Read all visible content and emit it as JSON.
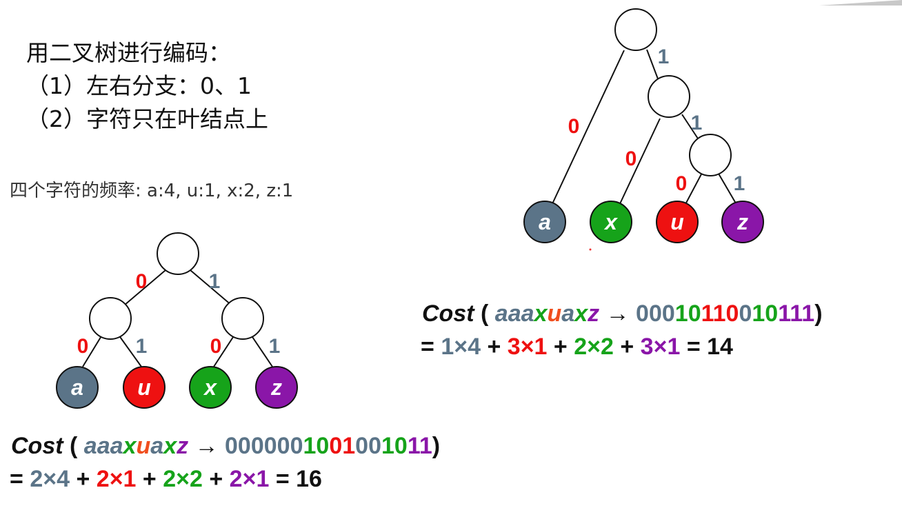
{
  "heading": {
    "title": "用二叉树进行编码：",
    "rule1": "（1）左右分支：0、1",
    "rule2": "（2）字符只在叶结点上"
  },
  "frequencies": "四个字符的频率: a:4, u:1, x:2, z:1",
  "colors": {
    "a": "#5b7488",
    "u": "#ee1111",
    "x": "#16a31a",
    "z": "#8a16a8",
    "edge0": "#ee1111",
    "edge1": "#5b7488"
  },
  "tree_balanced": {
    "leaves": [
      "a",
      "u",
      "x",
      "z"
    ],
    "edge_labels": [
      "0",
      "1",
      "0",
      "1",
      "0",
      "1"
    ]
  },
  "tree_skewed": {
    "leaves": [
      "a",
      "x",
      "u",
      "z"
    ],
    "edge_labels": [
      "1",
      "0",
      "1",
      "0",
      "0",
      "1"
    ]
  },
  "cost_skewed": {
    "word": "Cost",
    "paren_open": "(",
    "message": [
      "a",
      "a",
      "a",
      "x",
      "u",
      "a",
      "x",
      "z"
    ],
    "arrow": "→",
    "code": [
      "0",
      "0",
      "0",
      "10",
      "110",
      "0",
      "10",
      "111"
    ],
    "paren_close": ")",
    "formula": {
      "eq": "=",
      "terms": [
        {
          "a": "1",
          "b": "4"
        },
        {
          "a": "3",
          "b": "1"
        },
        {
          "a": "2",
          "b": "2"
        },
        {
          "a": "3",
          "b": "1"
        }
      ],
      "result": "= 14"
    }
  },
  "cost_balanced": {
    "word": "Cost",
    "paren_open": "(",
    "message": [
      "a",
      "a",
      "a",
      "x",
      "u",
      "a",
      "x",
      "z"
    ],
    "arrow": "→",
    "code": [
      "00",
      "00",
      "00",
      "10",
      "01",
      "00",
      "10",
      "11"
    ],
    "paren_close": ")",
    "formula": {
      "eq": "=",
      "terms": [
        {
          "a": "2",
          "b": "4"
        },
        {
          "a": "2",
          "b": "1"
        },
        {
          "a": "2",
          "b": "2"
        },
        {
          "a": "2",
          "b": "1"
        }
      ],
      "result": "= 16"
    }
  }
}
